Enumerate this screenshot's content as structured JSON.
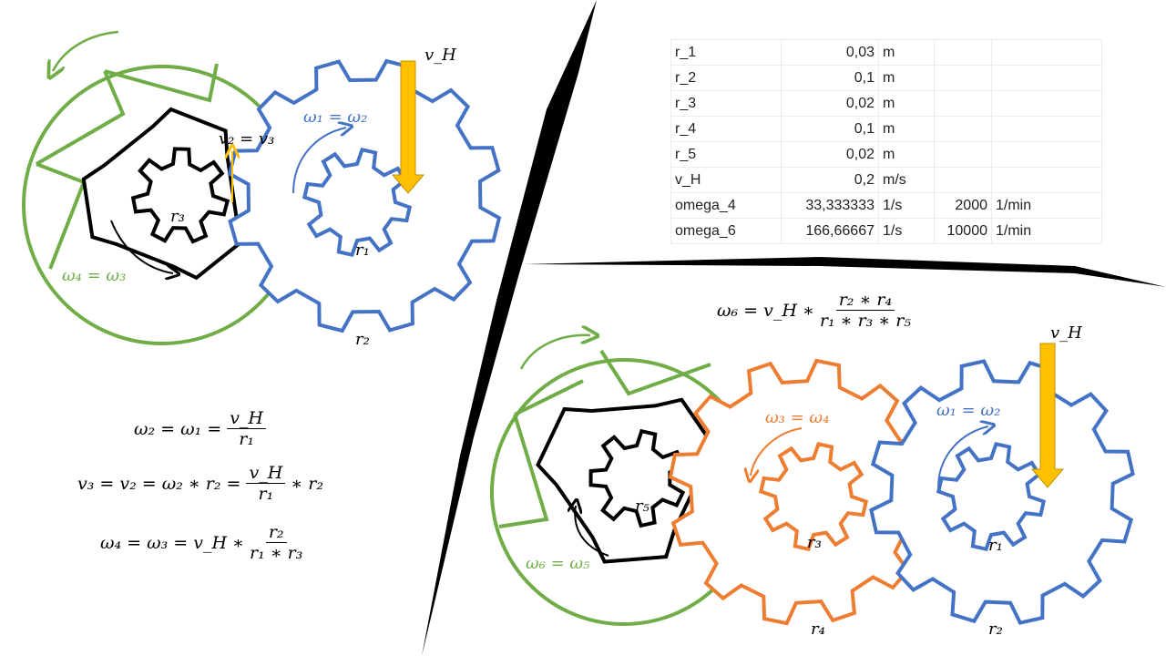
{
  "colors": {
    "blue": "#4472c4",
    "green": "#70ad47",
    "orange": "#ed7d31",
    "black": "#000000",
    "arrow": "#ffc000"
  },
  "left_diagram": {
    "v_H": "v_H",
    "omega1_eq_omega2": "ω₁ = ω₂",
    "v2_eq_v3": "v₂ = v₃",
    "r3": "r₃",
    "r1": "r₁",
    "r2": "r₂",
    "omega4_eq_omega3": "ω₄ = ω₃"
  },
  "right_diagram": {
    "v_H": "v_H",
    "omega1_eq_omega2": "ω₁ = ω₂",
    "omega3_eq_omega4": "ω₃ = ω₄",
    "r5": "r₅",
    "r3": "r₃",
    "r1": "r₁",
    "r4": "r₄",
    "r2": "r₂",
    "omega6_eq_omega5": "ω₆ = ω₅"
  },
  "formulas": {
    "f1": {
      "lhs": "ω₂ = ω₁ =",
      "num": "v_H",
      "den": "r₁"
    },
    "f2": {
      "lhs": "v₃ = v₂ = ω₂ ∗ r₂ =",
      "num": "v_H",
      "den": "r₁",
      "rhs": "∗ r₂"
    },
    "f3": {
      "lhs": "ω₄ = ω₃ = v_H ∗",
      "num": "r₂",
      "den": "r₁ ∗ r₃"
    },
    "f4": {
      "lhs": "ω₆ = v_H ∗",
      "num": "r₂ ∗ r₄",
      "den": "r₁ ∗ r₃ ∗ r₅"
    }
  },
  "table": {
    "rows": [
      [
        "r_1",
        "0,03",
        "m",
        "",
        ""
      ],
      [
        "r_2",
        "0,1",
        "m",
        "",
        ""
      ],
      [
        "r_3",
        "0,02",
        "m",
        "",
        ""
      ],
      [
        "r_4",
        "0,1",
        "m",
        "",
        ""
      ],
      [
        "r_5",
        "0,02",
        "m",
        "",
        ""
      ],
      [
        "v_H",
        "0,2",
        "m/s",
        "",
        ""
      ],
      [
        "omega_4",
        "33,333333",
        "1/s",
        "2000",
        "1/min"
      ],
      [
        "omega_6",
        "166,66667",
        "1/s",
        "10000",
        "1/min"
      ]
    ]
  }
}
